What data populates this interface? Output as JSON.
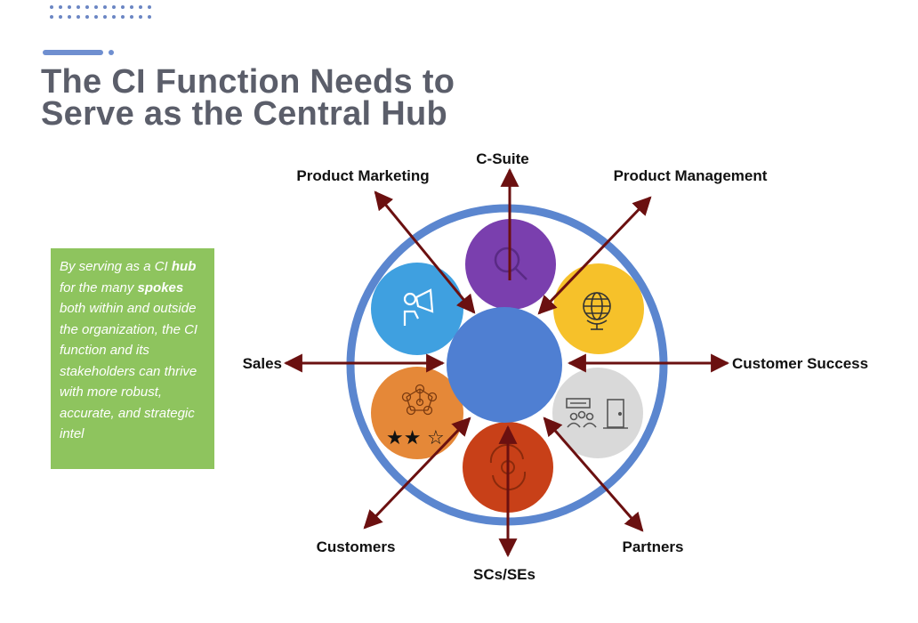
{
  "slide": {
    "title_line1": "The CI Function Needs to",
    "title_line2": "Serve as the Central Hub"
  },
  "callout": {
    "t1": "By serving as a CI ",
    "b1": "hub",
    "t2": " for the many ",
    "b2": "spokes",
    "t3": " both within and outside the organization, the CI function and its stakeholders can thrive with more robust, accurate, and strategic intel"
  },
  "spokes": {
    "c_suite": "C-Suite",
    "product_marketing": "Product Marketing",
    "product_management": "Product Management",
    "sales": "Sales",
    "customer_success": "Customer Success",
    "customers": "Customers",
    "partners": "Partners",
    "scs_ses": "SCs/SEs"
  },
  "colors": {
    "ring": "#5b86cf",
    "hub": "#4f7fd2",
    "arrow": "#6b1010",
    "c_suite_circle": "#7a3fae",
    "marketing_circle": "#3fa0e0",
    "management_circle": "#f6c12a",
    "cs_circle": "#d9d9d9",
    "scs_circle": "#c84018",
    "customers_circle": "#e58838",
    "callout_bg": "#8ec45e"
  },
  "icons": [
    "magnifier-icon",
    "megaphone-person-icon",
    "globe-icon",
    "meeting-door-icon",
    "cycle-icon",
    "network-rating-icon"
  ]
}
